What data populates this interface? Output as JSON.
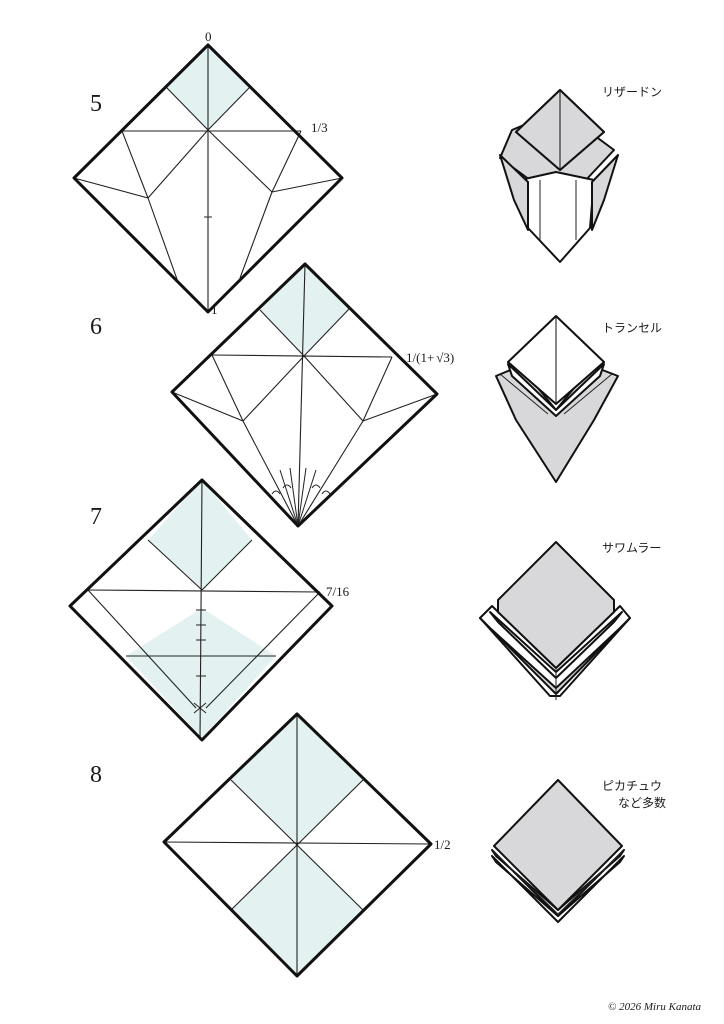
{
  "steps": [
    {
      "number": "5",
      "marks": {
        "top": "0",
        "right": "1/3",
        "bottom": "1"
      },
      "model_name": "リザードン"
    },
    {
      "number": "6",
      "marks": {
        "right_prefix": "1/(1+",
        "right_root": "3",
        "right_suffix": ")"
      },
      "model_name": "トランセル"
    },
    {
      "number": "7",
      "marks": {
        "right": "7/16"
      },
      "model_name": "サワムラー"
    },
    {
      "number": "8",
      "marks": {
        "right": "1/2"
      },
      "model_name_line1": "ピカチュウ",
      "model_name_line2": "など多数"
    }
  ],
  "colors": {
    "tint": "#e3f2f1",
    "model_grey": "#d8d8da",
    "line": "#111111"
  },
  "copyright": "© 2026 Miru Kanata"
}
